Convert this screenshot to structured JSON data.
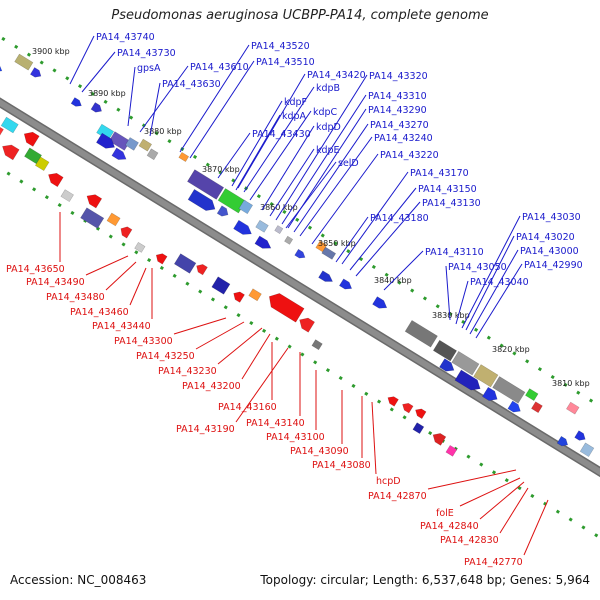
{
  "title": "Pseudomonas aeruginosa UCBPP-PA14, complete genome",
  "footer": {
    "accession": "Accession: NC_008463",
    "summary": "Topology: circular; Length: 6,537,648 bp; Genes: 5,964"
  },
  "colors": {
    "top_label": "#1a1acc",
    "bottom_label": "#dd1111",
    "backbone": "#8c8c8c",
    "ruler_dot": "#2e9b2e",
    "fwd_gene": "#2222dd",
    "rev_gene": "#ee1111"
  },
  "ticks": [
    {
      "label": "3900 kbp"
    },
    {
      "label": "3890 kbp"
    },
    {
      "label": "3880 kbp"
    },
    {
      "label": "3870 kbp"
    },
    {
      "label": "3860 kbp"
    },
    {
      "label": "3850 kbp"
    },
    {
      "label": "3840 kbp"
    },
    {
      "label": "3830 kbp"
    },
    {
      "label": "3820 kbp"
    },
    {
      "label": "3810 kbp"
    }
  ],
  "top_labels": [
    {
      "text": "PA14_43740"
    },
    {
      "text": "PA14_43730"
    },
    {
      "text": "gpsA"
    },
    {
      "text": "PA14_43610"
    },
    {
      "text": "PA14_43630"
    },
    {
      "text": "PA14_43520"
    },
    {
      "text": "PA14_43510"
    },
    {
      "text": "PA14_43420"
    },
    {
      "text": "kdpB"
    },
    {
      "text": "kdpF"
    },
    {
      "text": "kdpA"
    },
    {
      "text": "kdpC"
    },
    {
      "text": "PA14_43430"
    },
    {
      "text": "kdpD"
    },
    {
      "text": "kdpE"
    },
    {
      "text": "selD"
    },
    {
      "text": "PA14_43320"
    },
    {
      "text": "PA14_43310"
    },
    {
      "text": "PA14_43290"
    },
    {
      "text": "PA14_43270"
    },
    {
      "text": "PA14_43240"
    },
    {
      "text": "PA14_43220"
    },
    {
      "text": "PA14_43170"
    },
    {
      "text": "PA14_43150"
    },
    {
      "text": "PA14_43130"
    },
    {
      "text": "PA14_43180"
    },
    {
      "text": "PA14_43110"
    },
    {
      "text": "PA14_43050"
    },
    {
      "text": "PA14_43040"
    },
    {
      "text": "PA14_43030"
    },
    {
      "text": "PA14_43020"
    },
    {
      "text": "PA14_43000"
    },
    {
      "text": "PA14_42990"
    }
  ],
  "bottom_labels": [
    {
      "text": "PA14_43650"
    },
    {
      "text": "PA14_43490"
    },
    {
      "text": "PA14_43480"
    },
    {
      "text": "PA14_43460"
    },
    {
      "text": "PA14_43440"
    },
    {
      "text": "PA14_43300"
    },
    {
      "text": "PA14_43250"
    },
    {
      "text": "PA14_43230"
    },
    {
      "text": "PA14_43200"
    },
    {
      "text": "PA14_43160"
    },
    {
      "text": "PA14_43190"
    },
    {
      "text": "PA14_43140"
    },
    {
      "text": "PA14_43100"
    },
    {
      "text": "PA14_43090"
    },
    {
      "text": "PA14_43080"
    },
    {
      "text": "hcpD"
    },
    {
      "text": "PA14_42870"
    },
    {
      "text": "folE"
    },
    {
      "text": "PA14_42840"
    },
    {
      "text": "PA14_42830"
    },
    {
      "text": "PA14_42770"
    }
  ]
}
